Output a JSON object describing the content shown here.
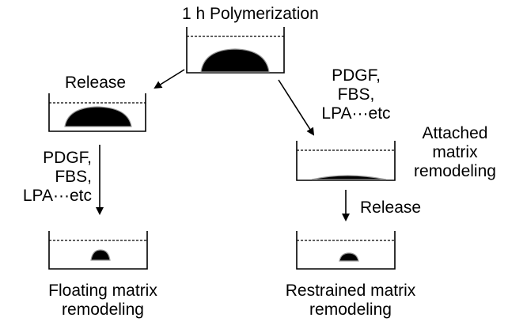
{
  "labels": {
    "top_title": "1 h Polymerization",
    "release_left": "Release",
    "release_right": "Release",
    "factors_left": [
      "PDGF,",
      "FBS,",
      "LPA···etc"
    ],
    "factors_right": [
      "PDGF,",
      "FBS,",
      "LPA···etc"
    ],
    "attached": [
      "Attached",
      "matrix",
      "remodeling"
    ],
    "floating": [
      "Floating matrix",
      "remodeling"
    ],
    "restrained": [
      "Restrained matrix",
      "remodeling"
    ]
  },
  "colors": {
    "ink": "#000000",
    "gel": "#000000",
    "gel_outline": "#9a9a9a",
    "background": "#ffffff"
  }
}
